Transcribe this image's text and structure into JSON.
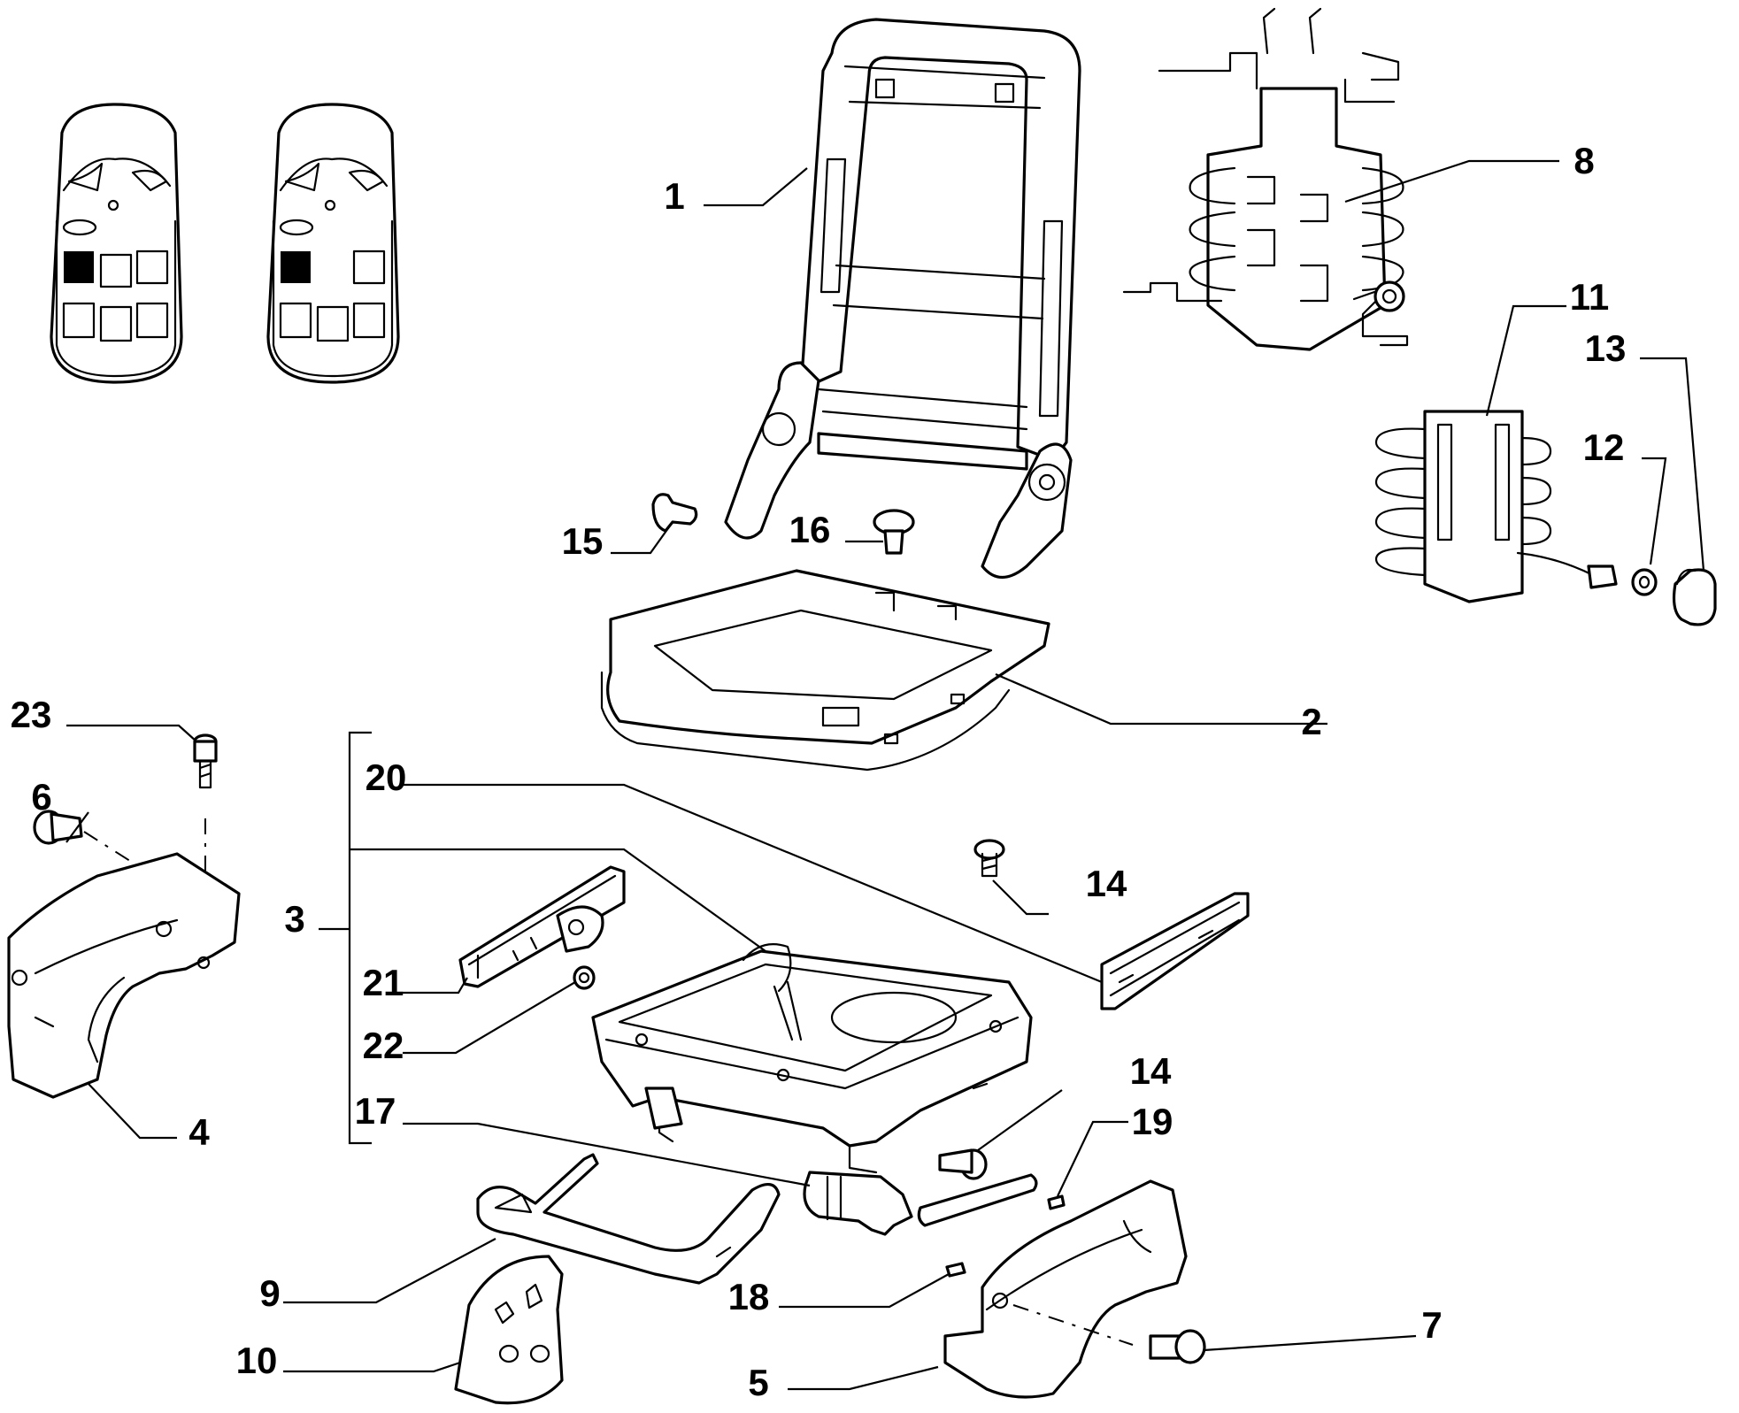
{
  "callouts": [
    {
      "num": "1"
    },
    {
      "num": "2"
    },
    {
      "num": "3"
    },
    {
      "num": "4"
    },
    {
      "num": "5"
    },
    {
      "num": "6"
    },
    {
      "num": "7"
    },
    {
      "num": "8"
    },
    {
      "num": "9"
    },
    {
      "num": "10"
    },
    {
      "num": "11"
    },
    {
      "num": "12"
    },
    {
      "num": "13"
    },
    {
      "num": "14"
    },
    {
      "num": "14"
    },
    {
      "num": "15"
    },
    {
      "num": "16"
    },
    {
      "num": "17"
    },
    {
      "num": "18"
    },
    {
      "num": "19"
    },
    {
      "num": "20"
    },
    {
      "num": "21"
    },
    {
      "num": "22"
    },
    {
      "num": "23"
    }
  ],
  "icons": {
    "variant_left": "seat-configuration-card-icon",
    "variant_right": "seat-configuration-card-icon"
  }
}
